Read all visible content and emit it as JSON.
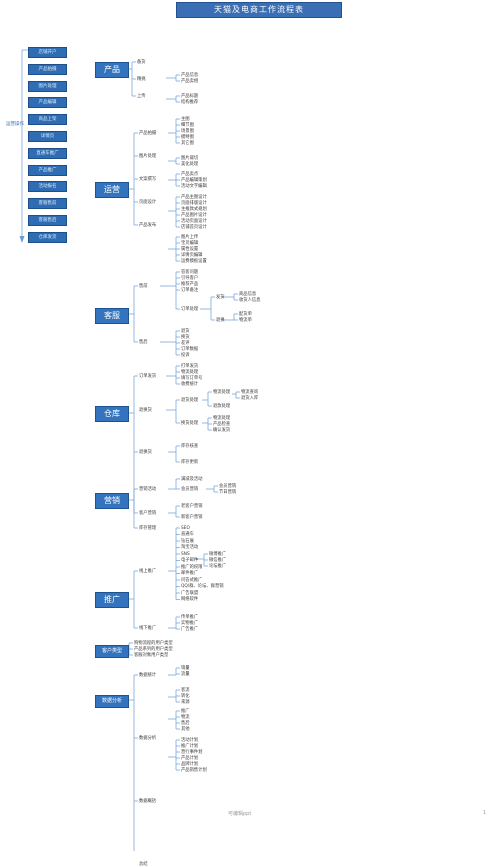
{
  "title": "天猫及电商工作流程表",
  "side_label": "运营操作",
  "left_boxes": [
    "店铺开户",
    "产品拍摄",
    "图片处理",
    "产品编辑",
    "商品上架",
    "详情页",
    "直通车推广",
    "产品推广",
    "活动报名",
    "客服售前",
    "客服售后",
    "仓库发货"
  ],
  "footer": "可编辑ppt",
  "page_number": "1",
  "categories": {
    "product": "产品",
    "ops": "运营",
    "cs": "客服",
    "warehouse": "仓库",
    "marketing": "营销",
    "promo": "推广",
    "customer": "客户类型",
    "data": "数据分析"
  },
  "product": {
    "l1": [
      "备货",
      "精挑",
      "上传"
    ],
    "jingtiao": [
      "产品信息",
      "产品卖相"
    ],
    "shangchuan": [
      "产品标题",
      "结构推荐"
    ]
  },
  "ops": {
    "l1": [
      "产品拍摄",
      "图片处理",
      "文案撰写",
      "页面设计",
      "产品发布"
    ],
    "paishe": [
      "主图",
      "细节图",
      "场景图",
      "模特图",
      "其它图"
    ],
    "tupian": [
      "图片裁切",
      "美化处理"
    ],
    "wenan": [
      "产品卖点",
      "产品编辑策划",
      "活动文字编辑"
    ],
    "sheji": [
      "产品主图设计",
      "页面排版设计",
      "主推款式规划",
      "产品图片设计",
      "活动页面设计",
      "店铺首页设计"
    ],
    "fabu": [
      "图片上传",
      "宝贝编辑",
      "属性设置",
      "详情页编辑",
      "运费模板设置"
    ]
  },
  "cs": {
    "l1": [
      "售前",
      "售后"
    ],
    "shouqian": [
      "答客问题",
      "引导客户",
      "推荐产品",
      "订单备注"
    ],
    "dingdan": "订单处理",
    "dingdan_sub": [
      "发货",
      "退换"
    ],
    "fahuo_sub": [
      "商品信息",
      "收货人信息"
    ],
    "tuihuan_sub": [
      "配货单",
      "物流单"
    ],
    "shouhou": [
      "退货",
      "换货",
      "差评",
      "订单数据",
      "投诉"
    ]
  },
  "warehouse": {
    "l1": [
      "订单发货",
      "退换货",
      "库存管理"
    ],
    "fahuo": [
      "打单发货",
      "物流处理",
      "填写订单号",
      "收费统计"
    ],
    "tuihuan": [
      "退货处理",
      "换货处理"
    ],
    "tuihuo": [
      "物流处理",
      "退款处理"
    ],
    "huanhuo": [
      "物流处理",
      "产品检查",
      "确认发货"
    ],
    "wuliu": [
      "物流查询",
      "退货入库"
    ],
    "kucun": [
      "库存核查",
      "库存更新"
    ]
  },
  "marketing": {
    "l1": [
      "营销活动",
      "客户营销"
    ],
    "huodong": [
      "满减及活动",
      "会员营销"
    ],
    "huiyuan": [
      "会员营销",
      "节日营销"
    ],
    "kehu": [
      "老客户营销",
      "新客户营销"
    ]
  },
  "promo": {
    "l1": [
      "线上推广",
      "线下推广"
    ],
    "online": [
      "SEO",
      "直通车",
      "钻石展",
      "淘宝活动",
      "SNS",
      "电子邮件",
      "推广的权限",
      "邮件推广",
      "问答式推广",
      "QQ/群、论坛、群营销",
      "广告联盟",
      "网络软件"
    ],
    "sns": [
      "微博推广",
      "微信推广",
      "论坛推广"
    ],
    "offline": [
      "传单推广",
      "实物推广",
      "广告推广"
    ]
  },
  "customer": [
    "购物流程的用户类型",
    "产品系列的用户类型",
    "客服对象用户类型"
  ],
  "data": {
    "l1": [
      "数据统计",
      "数据分析",
      "数据概括",
      "总结"
    ],
    "tongji": [
      "销量",
      "流量"
    ],
    "fenxi": [
      "客流",
      "转化",
      "来源"
    ],
    "gaikuo": [
      "推广",
      "物流",
      "售后",
      "其他"
    ],
    "zongjie": [
      "活动计划",
      "推广计划",
      "营行事件划",
      "产品计划",
      "品牌计划",
      "产品销售计划"
    ]
  }
}
